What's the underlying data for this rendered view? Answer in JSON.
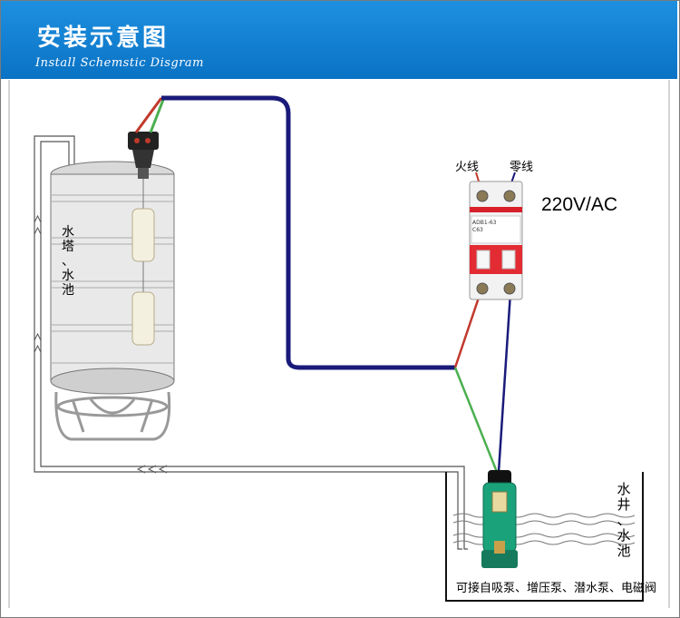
{
  "header": {
    "title": "安装示意图",
    "subtitle": "Install Schemstic Disgram"
  },
  "labels": {
    "tank": "水塔、水池",
    "well": "水井、水池",
    "live_wire": "火线",
    "neutral_wire": "零线",
    "voltage": "220V/AC",
    "pump_note": "可接自吸泵、增压泵、潜水泵、电磁阀"
  },
  "breaker": {
    "brand": "ADB1-63",
    "rating": "C63"
  },
  "colors": {
    "header": "#0a72c4",
    "main_cable": "#1a1a7a",
    "live_wire": "#c0392b",
    "ground_wire": "#4caf50",
    "pump": "#1aa37a"
  }
}
